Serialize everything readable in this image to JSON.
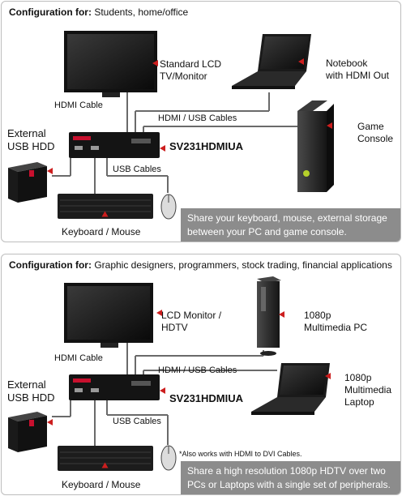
{
  "panel1": {
    "heading_prefix": "Configuration for:",
    "heading_rest": " Students, home/office",
    "labels": {
      "monitor": "Standard LCD\nTV/Monitor",
      "notebook": "Notebook\nwith HDMI Out",
      "hdmi_cable": "HDMI Cable",
      "hdmi_usb_cables": "HDMI / USB Cables",
      "external_hdd": "External\nUSB HDD",
      "switch_model": "SV231HDMIUA",
      "game_console": "Game\nConsole",
      "usb_cables": "USB Cables",
      "keyboard_mouse": "Keyboard / Mouse"
    },
    "caption": "Share your keyboard, mouse, external storage between your PC and game console."
  },
  "panel2": {
    "heading_prefix": "Configuration for:",
    "heading_rest": " Graphic designers, programmers, stock trading, financial applications",
    "labels": {
      "monitor": "LCD Monitor /\nHDTV",
      "pc": "1080p\nMultimedia PC",
      "hdmi_cable": "HDMI Cable",
      "hdmi_usb_cables": "HDMI / USB Cables",
      "laptop": "1080p\nMultimedia\nLaptop",
      "external_hdd": "External\nUSB HDD",
      "switch_model": "SV231HDMIUA",
      "usb_cables": "USB Cables",
      "dvi_note": "*Also works with HDMI to DVI Cables.",
      "keyboard_mouse": "Keyboard / Mouse"
    },
    "caption": "Share a high resolution 1080p HDTV over two PCs or Laptops with a single set of peripherals."
  },
  "colors": {
    "arrow": "#cc1e1e",
    "caption_bg": "#8c8c8c",
    "cable": "#6a6a6a"
  }
}
